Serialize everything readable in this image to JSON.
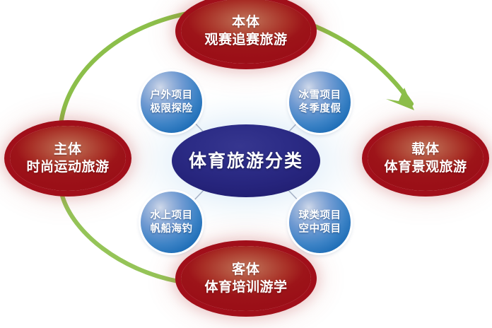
{
  "diagram": {
    "title": "体育旅游分类",
    "center": {
      "label": "体育旅游分类",
      "color": "#282478"
    },
    "satellites": [
      {
        "id": "top",
        "line1": "本体",
        "line2": "观赛追赛旅游",
        "color": "#a10f1a"
      },
      {
        "id": "left",
        "line1": "主体",
        "line2": "时尚运动旅游",
        "color": "#a10f1a"
      },
      {
        "id": "right",
        "line1": "载体",
        "line2": "体育景观旅游",
        "color": "#a10f1a"
      },
      {
        "id": "bottom",
        "line1": "客体",
        "line2": "体育培训游学",
        "color": "#a10f1a"
      }
    ],
    "subcategories": [
      {
        "id": "top-left",
        "line1": "户外项目",
        "line2": "极限探险",
        "color": "#1a6bb5"
      },
      {
        "id": "top-right",
        "line1": "冰雪项目",
        "line2": "冬季度假",
        "color": "#1a6bb5"
      },
      {
        "id": "bottom-left",
        "line1": "水上项目",
        "line2": "帆船海钓",
        "color": "#1a6bb5"
      },
      {
        "id": "bottom-right",
        "line1": "球类项目",
        "line2": "空中项目",
        "color": "#1a6bb5"
      }
    ],
    "arrows": [
      {
        "id": "upper-arc",
        "color": "#8cbf4a",
        "from": "主体",
        "to": "载体",
        "has_arrowhead": true
      },
      {
        "id": "lower-arc",
        "color": "#8cbf4a",
        "from": "主体",
        "to": "客体",
        "has_arrowhead": false
      }
    ],
    "connectors": {
      "color": "#c8b49c",
      "spoke_color": "#9aa7bd"
    }
  }
}
